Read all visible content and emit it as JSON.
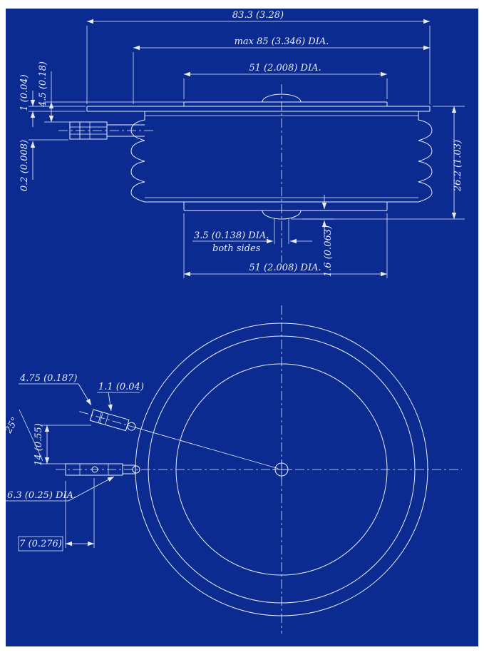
{
  "drawing": {
    "colors": {
      "background": "#0c2b90",
      "line": "#e7edfa"
    },
    "side_view": {
      "dim_overall_width": "83.3 (3.28)",
      "dim_max_dia": "max 85 (3.346) DIA.",
      "dim_top_pole_dia": "51 (2.008) DIA.",
      "dim_flange_offset": "4.5 (0.18)",
      "dim_flange_thickness": "1 (0.04)",
      "dim_lead_clearance": "0.2 (0.008)",
      "dim_height": "26.2 (1.03)",
      "dim_center_recess_dia": "3.5 (0.138) DIA.",
      "dim_center_recess_note": "both sides",
      "dim_recess_depth": "1.6 (0.063)",
      "dim_bottom_pole_dia": "51 (2.008) DIA."
    },
    "bottom_view": {
      "dim_terminal_width": "4.75 (0.187)",
      "dim_terminal_thickness": "1.1 (0.04)",
      "dim_lead_angle": "25°",
      "dim_lead_spacing": "14 (0.55)",
      "dim_tube_dia": "6.3 (0.25) DIA.",
      "dim_lead_projection": "7 (0.276)"
    }
  }
}
